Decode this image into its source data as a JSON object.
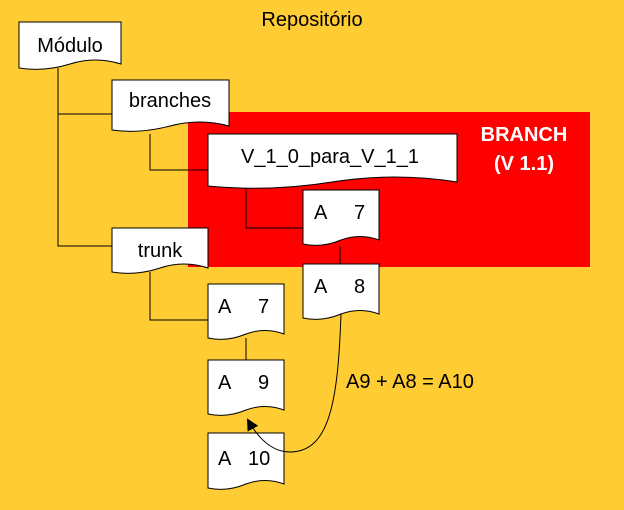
{
  "title": "Repositório",
  "nodes": {
    "modulo": "Módulo",
    "branches": "branches",
    "trunk": "trunk",
    "branch_name": "V_1_0_para_V_1_1"
  },
  "branch_area": {
    "line1": "BRANCH",
    "line2": "(V 1.1)"
  },
  "revisions": {
    "branch_a7": {
      "letter": "A",
      "number": "7"
    },
    "branch_a8": {
      "letter": "A",
      "number": "8"
    },
    "trunk_a7": {
      "letter": "A",
      "number": "7"
    },
    "trunk_a9": {
      "letter": "A",
      "number": "9"
    },
    "trunk_a10": {
      "letter": "A",
      "number": "10"
    }
  },
  "merge_label": "A9 + A8 = A10",
  "colors": {
    "background": "#ffcc33",
    "branch_area": "#ff0000",
    "document": "#ffffff"
  }
}
